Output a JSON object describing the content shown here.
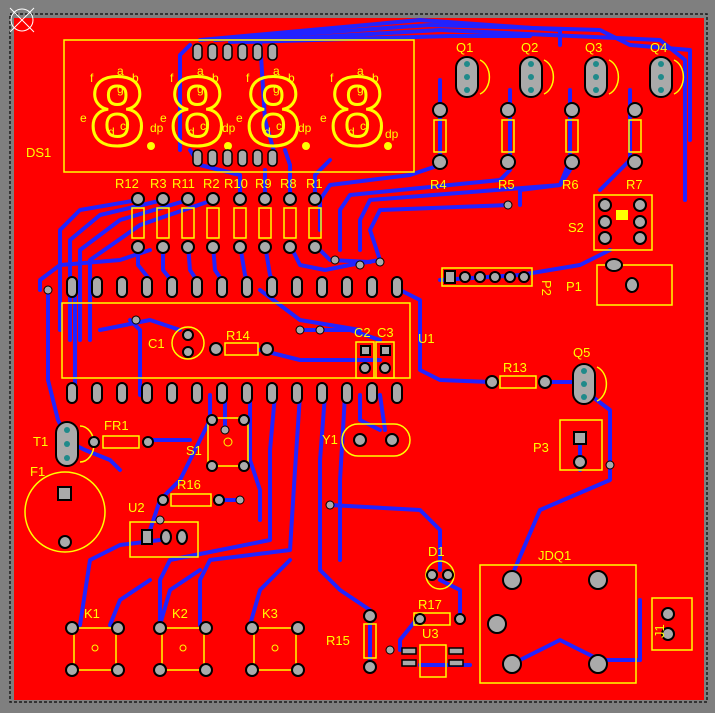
{
  "colors": {
    "background": "#7f7f7f",
    "copper": "#ff0000",
    "trace": "#2222ff",
    "silkscreen": "#ffff00",
    "pad": "#aaaaaa",
    "hole": "#1f8a8a",
    "pad_ring": "#000000"
  },
  "display": {
    "ref": "DS1",
    "digit_glyph": "8",
    "segments": [
      "a",
      "b",
      "c",
      "d",
      "e",
      "f",
      "g",
      "dp"
    ]
  },
  "designators": {
    "q1": "Q1",
    "q2": "Q2",
    "q3": "Q3",
    "q4": "Q4",
    "q5": "Q5",
    "r1": "R1",
    "r2": "R2",
    "r3": "R3",
    "r4": "R4",
    "r5": "R5",
    "r6": "R6",
    "r7": "R7",
    "r8": "R8",
    "r9": "R9",
    "r10": "R10",
    "r11": "R11",
    "r12": "R12",
    "r13": "R13",
    "r14": "R14",
    "r15": "R15",
    "r16": "R16",
    "r17": "R17",
    "s1": "S1",
    "s2": "S2",
    "p1": "P1",
    "p2": "P2",
    "p3": "P3",
    "u1": "U1",
    "u2": "U2",
    "u3": "U3",
    "c1": "C1",
    "c2": "C2",
    "c3": "C3",
    "t1": "T1",
    "f1": "F1",
    "fr1": "FR1",
    "y1": "Y1",
    "d1": "D1",
    "jdq1": "JDQ1",
    "k1": "K1",
    "k2": "K2",
    "k3": "K3",
    "j1": "J1"
  }
}
